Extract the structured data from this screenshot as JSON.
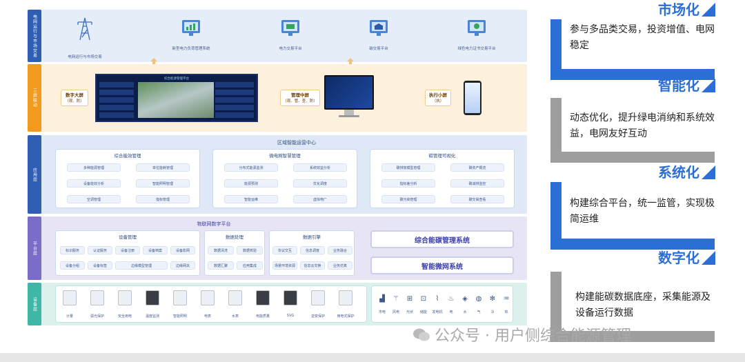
{
  "top": {
    "label": "电网运行与市场交易",
    "items": [
      "电网运行与市场交易",
      "新型电力负荷管理系统",
      "电力交易平台",
      "碳交易平台",
      "绿色电力证书交易平台"
    ]
  },
  "screens": {
    "label": "三屏联动",
    "big": {
      "name": "数字大屏",
      "sub": "（观、防）"
    },
    "mid": {
      "name": "管理中屏",
      "sub": "（观、管、查、防）"
    },
    "small": {
      "name": "执行小屏",
      "sub": "（执）"
    },
    "dash_title": "综合能源管理平台"
  },
  "app": {
    "label": "应用层",
    "title": "区域智能运营中心",
    "groups": [
      {
        "title": "综合能效管理",
        "cells": [
          "多种能源管理",
          "单位能耗管理",
          "设备能效分析",
          "智能照明管理",
          "空调管理",
          "指标管理"
        ]
      },
      {
        "title": "微电网智慧管理",
        "cells": [
          "分布式能源监测",
          "系统效益分析",
          "能源预测",
          "优化调度",
          "智能运维",
          "虚拟电厂"
        ]
      },
      {
        "title": "碳管理可视化",
        "cells": [
          "碳排放模型管理",
          "碳资产概览",
          "指标差分析",
          "碳减排监控",
          "碳污染管理",
          "碳交易查看"
        ]
      }
    ]
  },
  "platform": {
    "label": "平台层",
    "title": "物联网数字平台",
    "groups": [
      {
        "title": "设备管理",
        "cells": [
          "标识服务",
          "认证服务",
          "设备注册",
          "设备档案",
          "设备影网",
          "设备分组",
          "设备标签",
          "边缘模型管理",
          "边缘网关"
        ]
      },
      {
        "title": "数据处理",
        "cells": [
          "数据清洗",
          "数据校验",
          "数据汇聚",
          "应用集成"
        ]
      },
      {
        "title": "数据引擎",
        "cells": [
          "协议交互",
          "信息调度",
          "业务融合",
          "场景环境资源",
          "信息云交换",
          "业务仿真"
        ]
      }
    ],
    "systems": [
      "综合能碳管理系统",
      "智能微网系统"
    ]
  },
  "device": {
    "label": "设备层",
    "items": [
      "计量",
      "弧光保护",
      "安全用电",
      "温度监测",
      "智能照明",
      "电表",
      "水表",
      "电能质量",
      "SVG",
      "逆变保护",
      "用电式保护"
    ],
    "sources": [
      {
        "glyph": "▟",
        "label": "市电"
      },
      {
        "glyph": "⚚",
        "label": "风电"
      },
      {
        "glyph": "⊞",
        "label": "光伏"
      },
      {
        "glyph": "⊡",
        "label": "储能"
      },
      {
        "glyph": "⌇",
        "label": "发电机"
      },
      {
        "glyph": "♨",
        "label": "电"
      },
      {
        "glyph": "◈",
        "label": "水"
      },
      {
        "glyph": "◍",
        "label": "气"
      },
      {
        "glyph": "✻",
        "label": "冷"
      },
      {
        "glyph": "♒",
        "label": "热"
      }
    ]
  },
  "cards": [
    {
      "title": "市场化",
      "text": "参与多品类交易，投资增值、电网稳定",
      "color": "#2b6fd6"
    },
    {
      "title": "智能化",
      "text": "动态优化，提升绿电消纳和系统效益，电网友好互动",
      "color": "#9e9e9e"
    },
    {
      "title": "系统化",
      "text": "构建综合平台，统一监管，实现极简运维",
      "color": "#2b6fd6"
    },
    {
      "title": "数字化",
      "text": "构建能碳数据底座，采集能源及设备运行数据",
      "color": "#9e9e9e"
    }
  ],
  "watermark": "公众号 · 用户侧综合能源管理"
}
